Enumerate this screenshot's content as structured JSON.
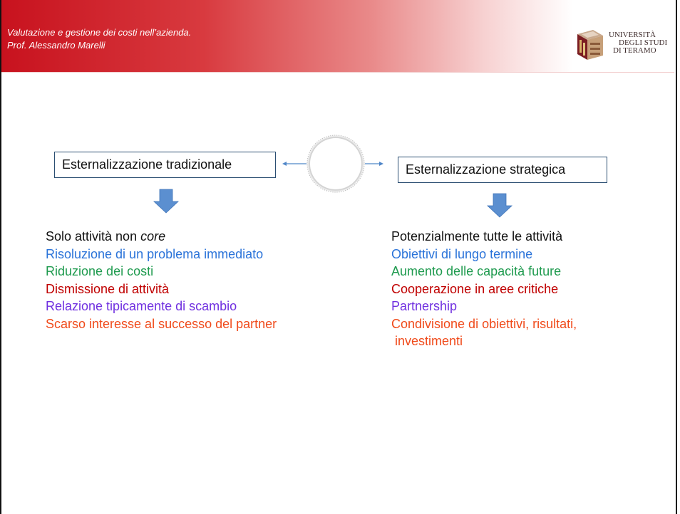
{
  "header": {
    "course_title": "Valutazione e gestione dei costi nell’azienda.",
    "professor": "Prof. Alessandro Marelli",
    "logo_text": [
      "UNIVERSITÀ",
      "DEGLI STUDI",
      "DI TERAMO"
    ]
  },
  "diagram": {
    "left_label": "Esternalizzazione tradizionale",
    "right_label": "Esternalizzazione strategica"
  },
  "left_list": {
    "item1_prefix": "Solo attività non ",
    "item1_italic": "core",
    "item2": "Risoluzione di un problema immediato",
    "item3": "Riduzione dei costi",
    "item4": "Dismissione di attività",
    "item5": "Relazione tipicamente di scambio",
    "item6": "Scarso interesse al successo del partner"
  },
  "right_list": {
    "item1": "Potenzialmente tutte le attività",
    "item2": "Obiettivi di lungo termine",
    "item3": "Aumento delle capacità future",
    "item4": "Cooperazione in aree critiche",
    "item5": "Partnership",
    "item6a": "Condivisione di obiettivi, risultati,",
    "item6b": " investimenti"
  },
  "colors": {
    "black": "#111111",
    "blue": "#2a73d9",
    "green": "#1e9a4e",
    "red": "#c00000",
    "purple": "#7030e0",
    "orange": "#f04a1a",
    "arrow": "#4f86c8"
  }
}
